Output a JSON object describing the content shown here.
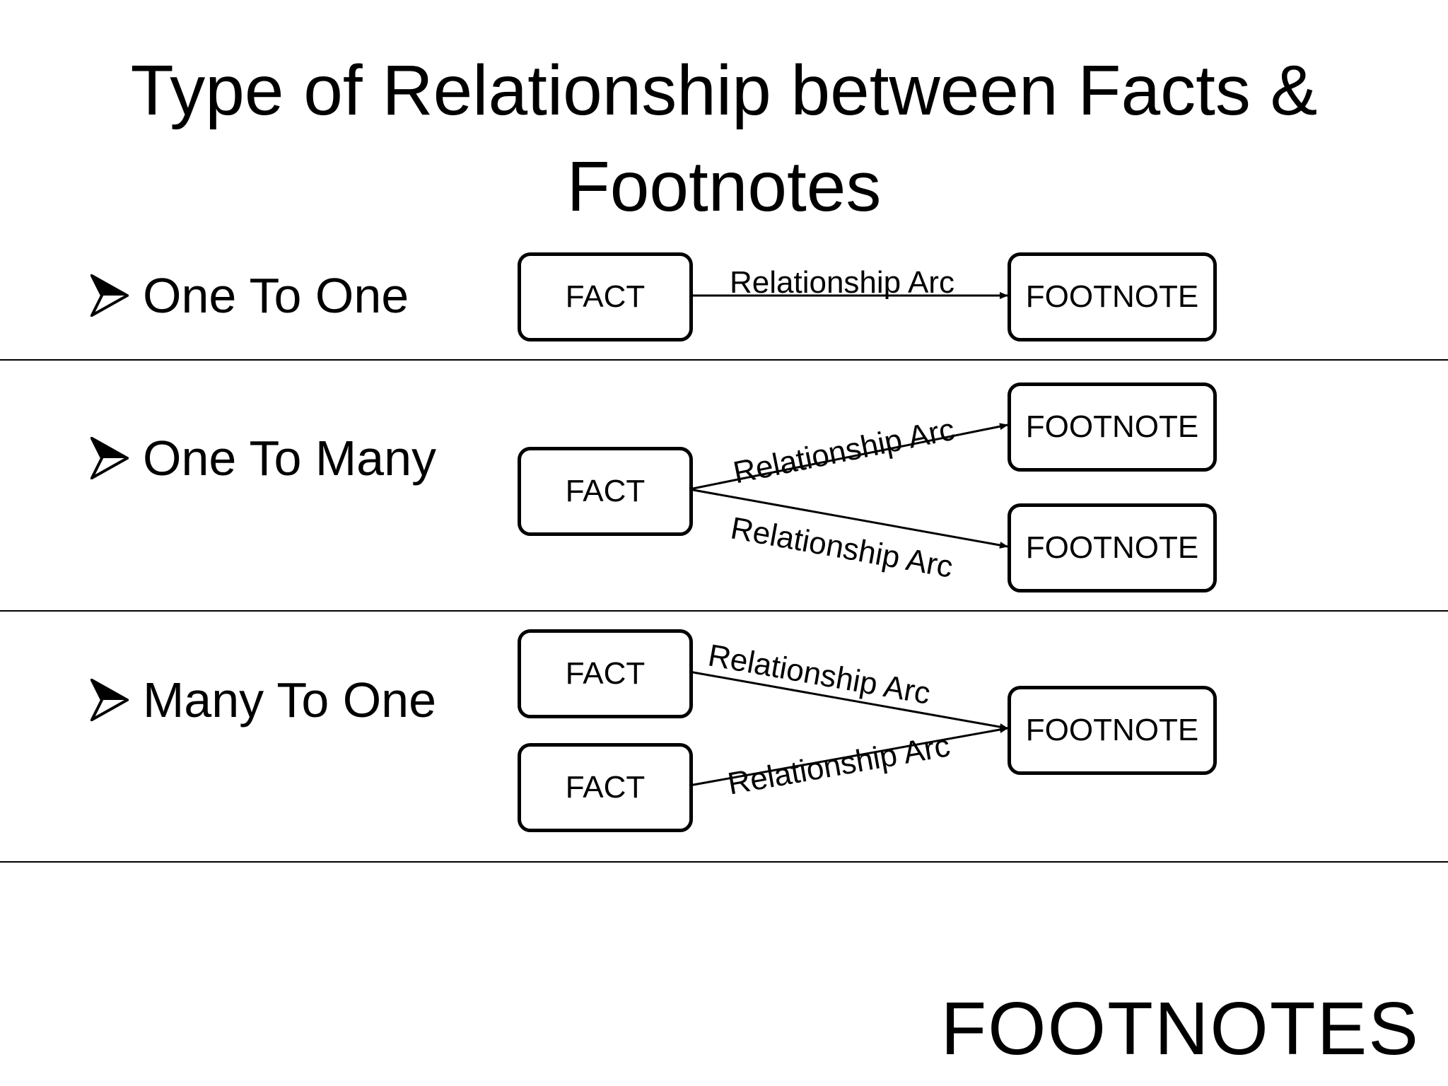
{
  "slide": {
    "title_line1": "Type of Relationship between Facts &",
    "title_line2": "Footnotes",
    "logo_text": "FOOTNOTES"
  },
  "sections": [
    {
      "label": "One To One",
      "facts": [
        "FACT"
      ],
      "footnotes": [
        "FOOTNOTE"
      ],
      "arcs": [
        "Relationship Arc"
      ]
    },
    {
      "label": "One To Many",
      "facts": [
        "FACT"
      ],
      "footnotes": [
        "FOOTNOTE",
        "FOOTNOTE"
      ],
      "arcs": [
        "Relationship Arc",
        "Relationship Arc"
      ]
    },
    {
      "label": "Many To One",
      "facts": [
        "FACT",
        "FACT"
      ],
      "footnotes": [
        "FOOTNOTE"
      ],
      "arcs": [
        "Relationship Arc",
        "Relationship Arc"
      ]
    }
  ],
  "icons": {
    "bullet": "arrowhead-bullet-icon"
  }
}
